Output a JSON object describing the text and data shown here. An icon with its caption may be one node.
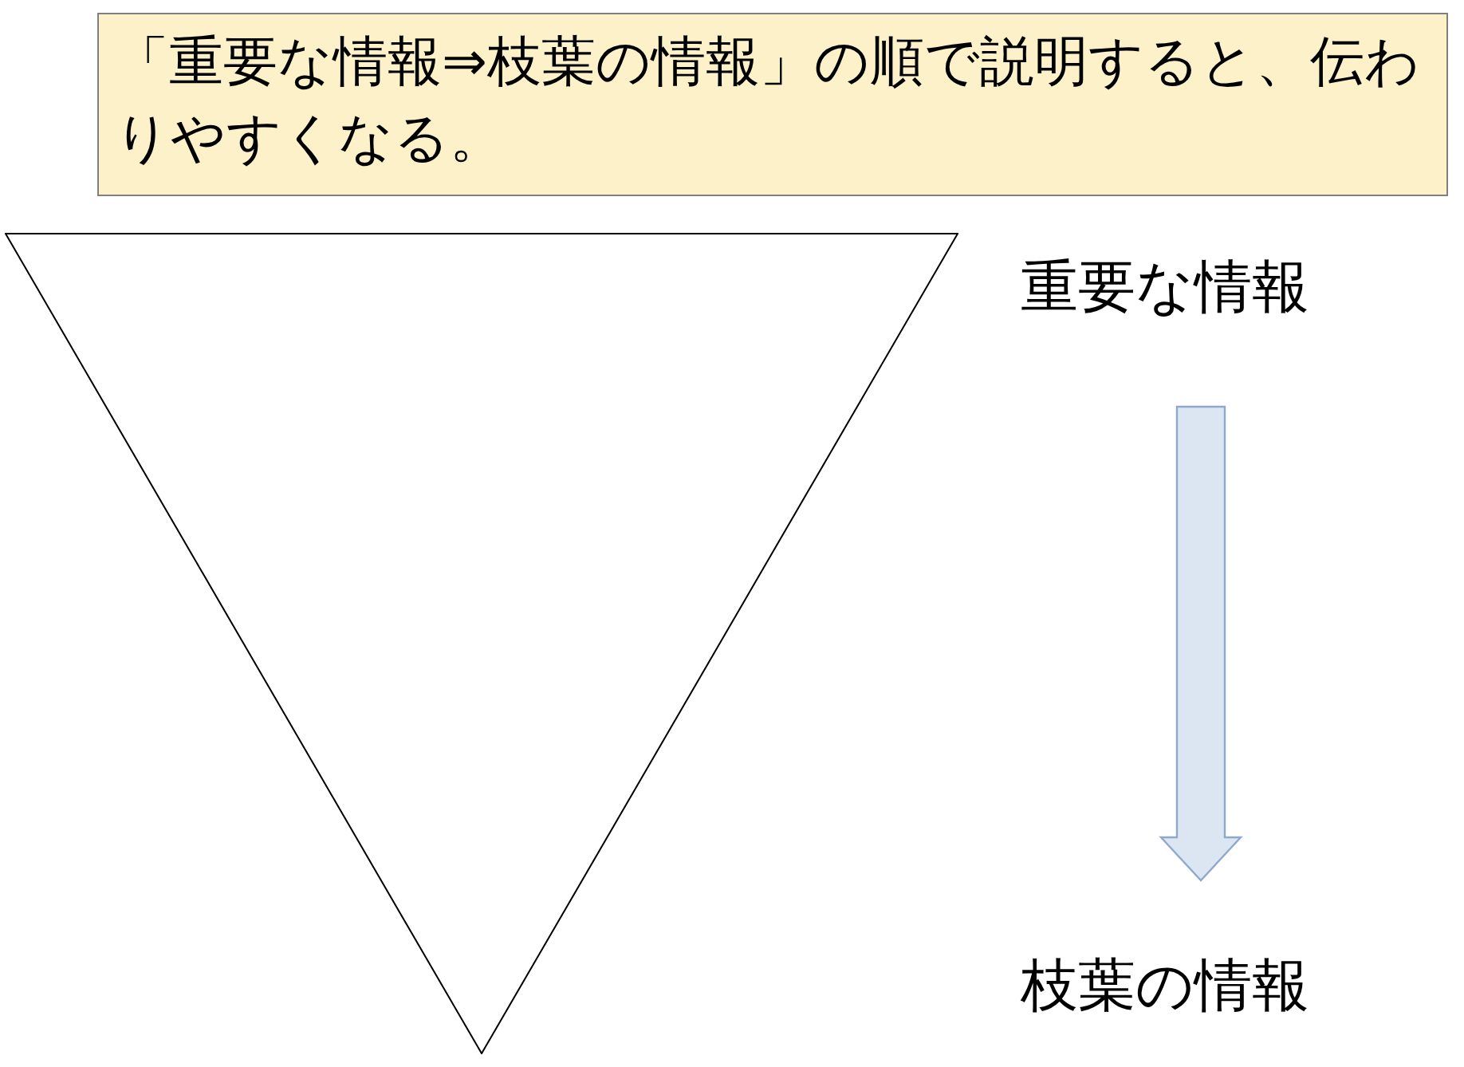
{
  "diagram": {
    "nodes": [
      {
        "text": [
          "「重要な情報⇒枝葉の情報」の順で説明すると、伝わりやすくなる。"
        ]
      },
      {
        "text": [],
        "shape": "triangle"
      },
      {
        "text": [
          "重要な情報"
        ]
      },
      {
        "text": [
          "枝葉の情報"
        ]
      }
    ],
    "edges": [
      {
        "from": 2,
        "to": 3,
        "arrow": "to"
      }
    ]
  }
}
